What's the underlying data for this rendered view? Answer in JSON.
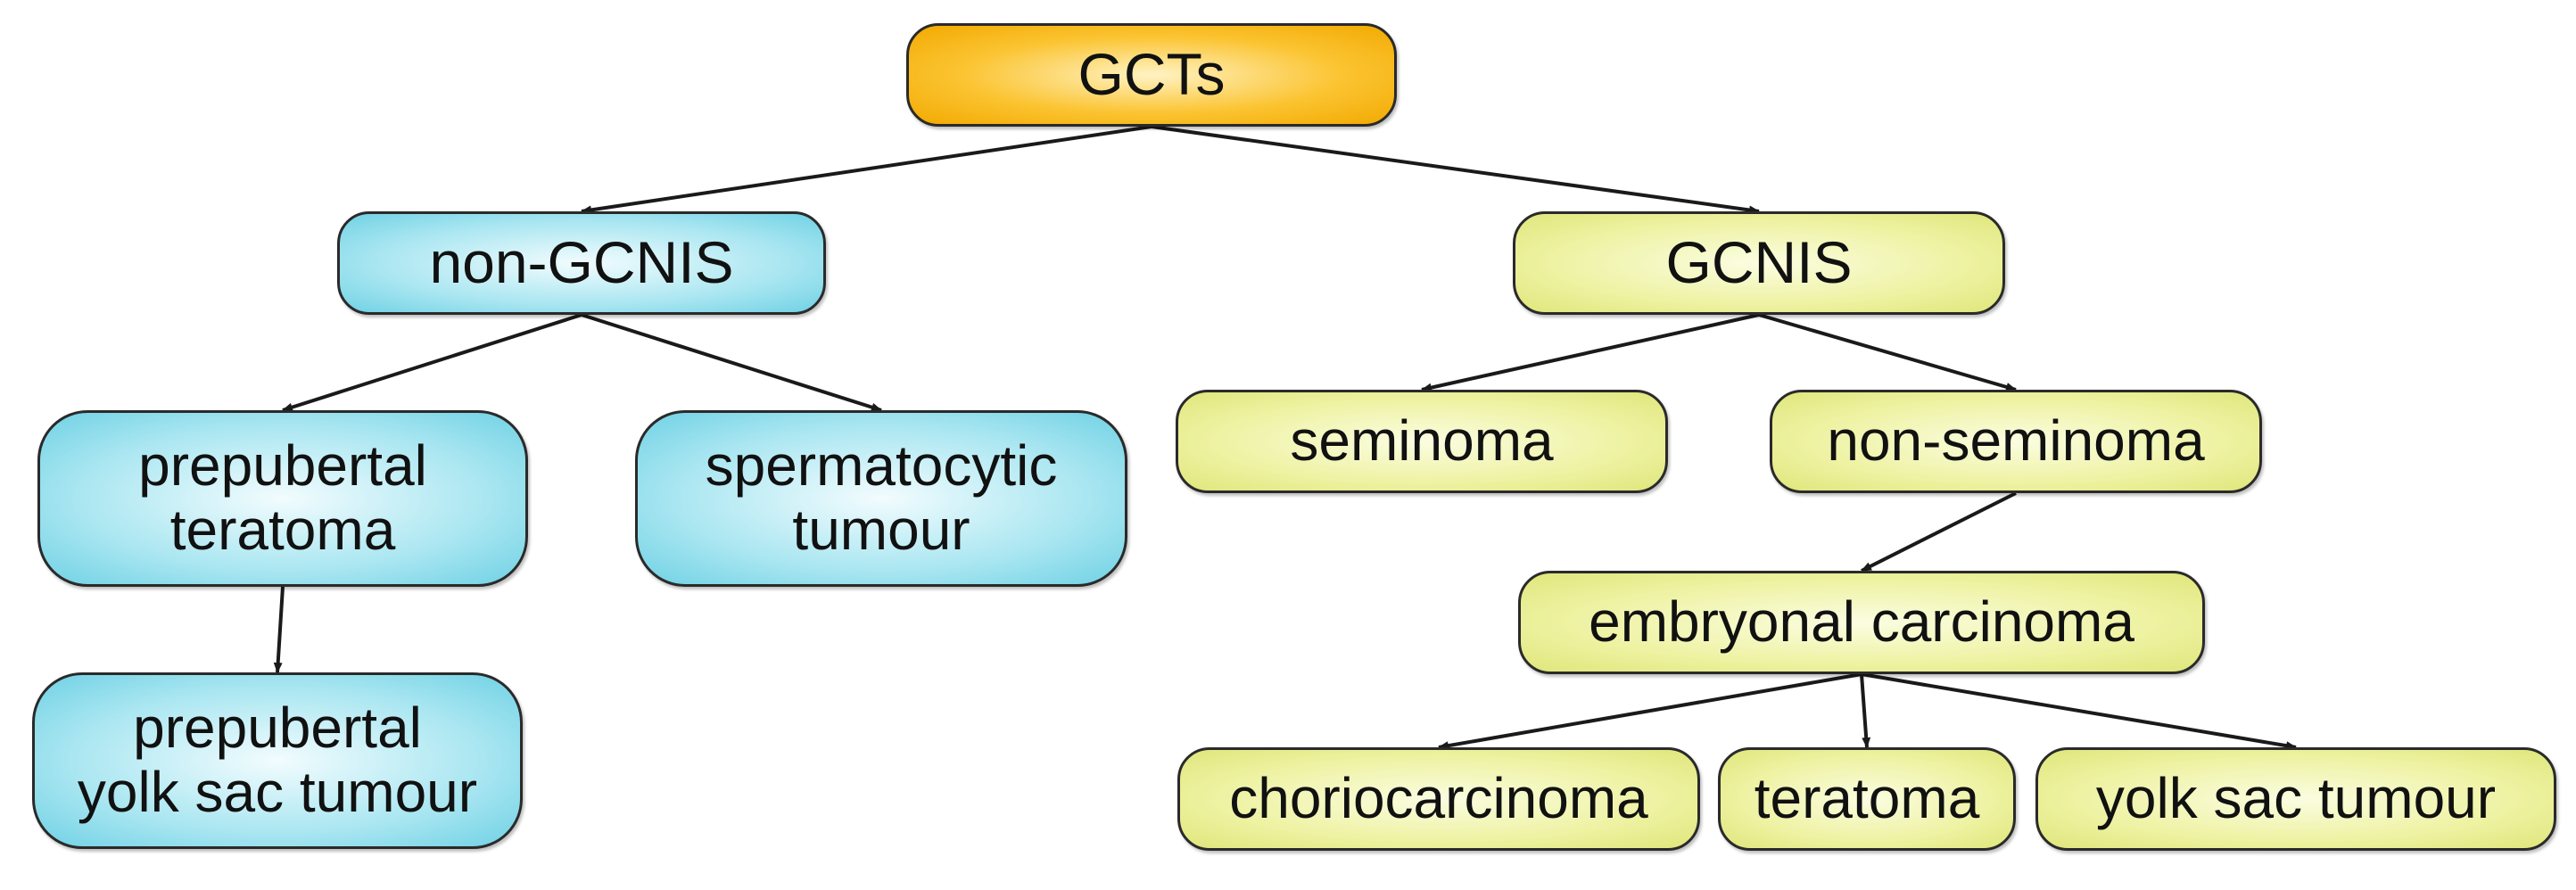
{
  "nodes": {
    "gcts": "GCTs",
    "non_gcnis": "non-GCNIS",
    "gcnis": "GCNIS",
    "prepubertal_teratoma": "prepubertal\nteratoma",
    "spermatocytic_tumour": "spermatocytic\ntumour",
    "prepubertal_yolk_sac_tumour": "prepubertal\nyolk sac tumour",
    "seminoma": "seminoma",
    "non_seminoma": "non-seminoma",
    "embryonal_carcinoma": "embryonal carcinoma",
    "choriocarcinoma": "choriocarcinoma",
    "teratoma": "teratoma",
    "yolk_sac_tumour": "yolk sac tumour"
  },
  "colors": {
    "root": "#f7b500",
    "non_gcnis_branch": "#7fd6e8",
    "gcnis_branch": "#e8ed8c",
    "arrow": "#1a1a1a"
  },
  "edges": [
    [
      "gcts",
      "non_gcnis"
    ],
    [
      "gcts",
      "gcnis"
    ],
    [
      "non_gcnis",
      "prepubertal_teratoma"
    ],
    [
      "non_gcnis",
      "spermatocytic_tumour"
    ],
    [
      "prepubertal_teratoma",
      "prepubertal_yolk_sac_tumour"
    ],
    [
      "gcnis",
      "seminoma"
    ],
    [
      "gcnis",
      "non_seminoma"
    ],
    [
      "non_seminoma",
      "embryonal_carcinoma"
    ],
    [
      "embryonal_carcinoma",
      "choriocarcinoma"
    ],
    [
      "embryonal_carcinoma",
      "teratoma"
    ],
    [
      "embryonal_carcinoma",
      "yolk_sac_tumour"
    ]
  ]
}
